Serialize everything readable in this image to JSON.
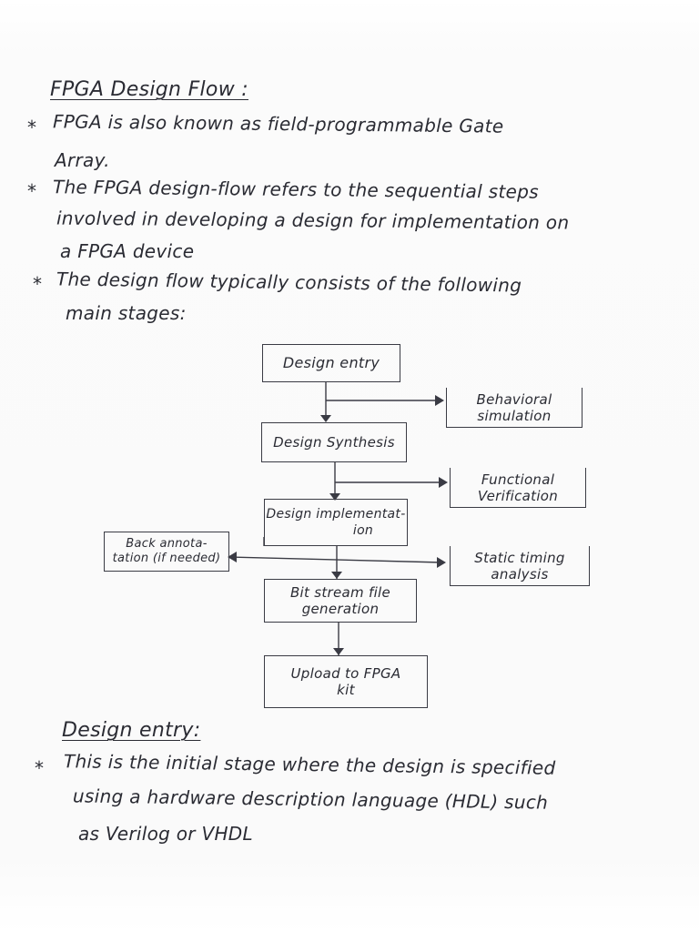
{
  "title": "FPGA Design Flow :",
  "bullets": [
    {
      "lines": [
        "FPGA is also known as field-programmable Gate",
        "Array."
      ]
    },
    {
      "lines": [
        "The FPGA design-flow refers to the sequential steps",
        "involved in developing a design for implementation on",
        "a FPGA device"
      ]
    },
    {
      "lines": [
        "The design flow typically consists of the following",
        "main stages:"
      ]
    }
  ],
  "bullet_symbol": "*",
  "flowchart": {
    "main": [
      {
        "lines": [
          "Design entry"
        ]
      },
      {
        "lines": [
          "Design Synthesis"
        ]
      },
      {
        "lines": [
          "Design implementat-",
          "ion"
        ]
      },
      {
        "lines": [
          "Bit stream file",
          "generation"
        ]
      },
      {
        "lines": [
          "Upload to FPGA",
          "kit"
        ]
      }
    ],
    "side_right": [
      {
        "lines": [
          "Behavioral",
          "simulation"
        ]
      },
      {
        "lines": [
          "Functional",
          "Verification"
        ]
      },
      {
        "lines": [
          "Static timing",
          "analysis"
        ]
      }
    ],
    "side_left": {
      "lines": [
        "Back annota-",
        "tation (if needed)"
      ]
    }
  },
  "section": {
    "heading": "Design entry:",
    "lines": [
      "This is the initial stage where the design is specified",
      "using a hardware description language (HDL) such",
      "as Verilog or VHDL"
    ]
  }
}
